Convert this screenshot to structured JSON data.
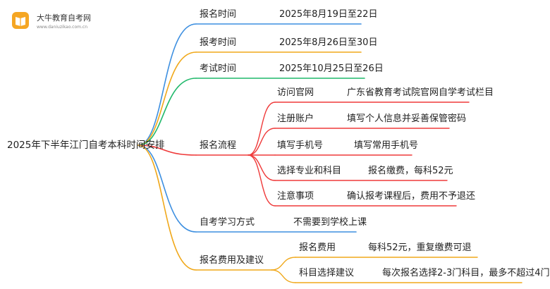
{
  "logo": {
    "title": "大牛教育自考网",
    "url": "www.daniuzikao.com.cn"
  },
  "root": "2025年下半年江门自考本科时间安排",
  "branches": [
    {
      "label": "报名时间",
      "value": "2025年8月19日至22日",
      "color": "#3d8fe0"
    },
    {
      "label": "报考时间",
      "value": "2025年8月26日至30日",
      "color": "#f0a81a"
    },
    {
      "label": "考试时间",
      "value": "2025年10月25日至26日",
      "color": "#1fb86a"
    },
    {
      "label": "报名流程",
      "color": "#ef3a3a",
      "children": [
        {
          "label": "访问官网",
          "value": "广东省教育考试院官网自学考试栏目"
        },
        {
          "label": "注册账户",
          "value": "填写个人信息并妥善保管密码"
        },
        {
          "label": "填写手机号",
          "value": "填写常用手机号"
        },
        {
          "label": "选择专业和科目",
          "value": "报名缴费，每科52元"
        },
        {
          "label": "注意事项",
          "value": "确认报考课程后，费用不予退还"
        }
      ]
    },
    {
      "label": "自考学习方式",
      "value": "不需要到学校上课",
      "color": "#3d8fe0"
    },
    {
      "label": "报名费用及建议",
      "color": "#f0a81a",
      "children": [
        {
          "label": "报名费用",
          "value": "每科52元，重复缴费可退"
        },
        {
          "label": "科目选择建议",
          "value": "每次报名选择2-3门科目，最多不超过4门"
        }
      ]
    }
  ]
}
